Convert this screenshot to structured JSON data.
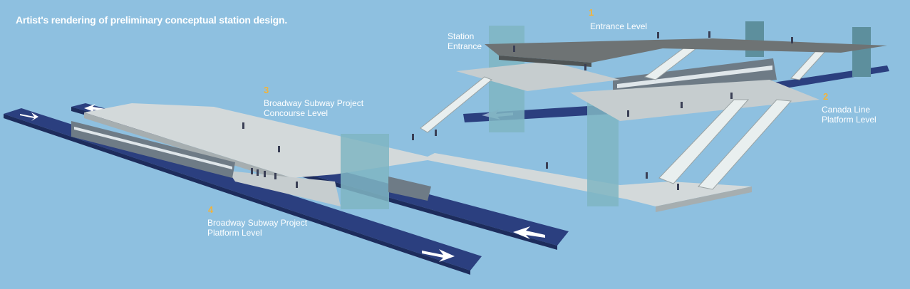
{
  "caption": "Artist's rendering of preliminary conceptual station design.",
  "labels": {
    "station_entrance": [
      "Station",
      "Entrance"
    ],
    "entrance_level": {
      "number": "1",
      "text": "Entrance Level"
    },
    "canada_line": {
      "number": "2",
      "lines": [
        "Canada Line",
        "Platform Level"
      ]
    },
    "concourse": {
      "number": "3",
      "lines": [
        "Broadway Subway Project",
        "Concourse Level"
      ]
    },
    "bsp_platform": {
      "number": "4",
      "lines": [
        "Broadway Subway Project",
        "Platform Level"
      ]
    }
  },
  "colors": {
    "background": "#8ec0e0",
    "track": "#2b3f7f",
    "platform": "#d3d9da",
    "entrance_deck": "#6e7374",
    "glass": "#7fb5c2",
    "number": "#f2b33a"
  }
}
